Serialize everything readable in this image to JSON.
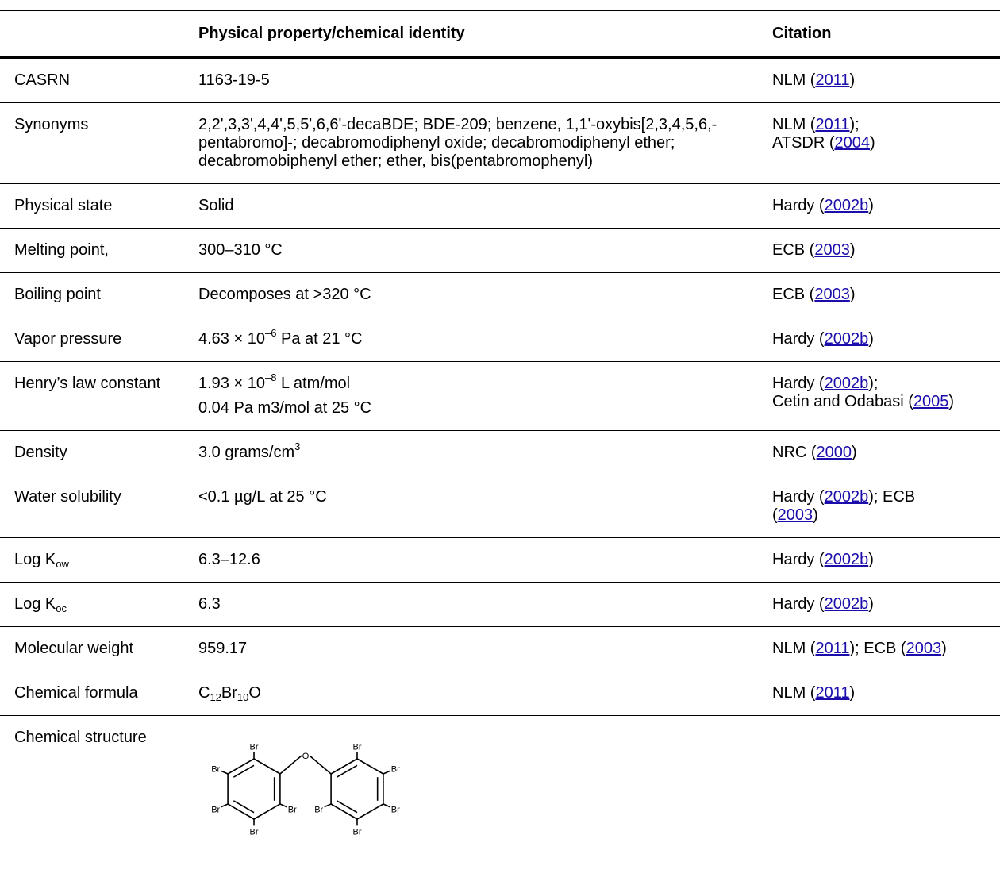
{
  "headers": {
    "col1": "",
    "col2": "Physical property/chemical identity",
    "col3": "Citation"
  },
  "rows": [
    {
      "property": "CASRN",
      "value": "1163-19-5",
      "cite": [
        {
          "t": "NLM ("
        },
        {
          "t": "2011",
          "link": true
        },
        {
          "t": ")"
        }
      ]
    },
    {
      "property": "Synonyms",
      "value": "2,2',3,3',4,4',5,5',6,6'-decaBDE; BDE-209; benzene, 1,1'-oxybis[2,3,4,5,6,-pentabromo]-; decabromodiphenyl oxide; decabromodiphenyl ether; decabromobiphenyl ether; ether, bis(pentabromophenyl)",
      "cite_lines": [
        [
          {
            "t": "NLM ("
          },
          {
            "t": "2011",
            "link": true
          },
          {
            "t": ");"
          }
        ],
        [
          {
            "t": "ATSDR ("
          },
          {
            "t": "2004",
            "link": true
          },
          {
            "t": ")"
          }
        ]
      ]
    },
    {
      "property": "Physical state",
      "value": "Solid",
      "cite": [
        {
          "t": "Hardy ("
        },
        {
          "t": "2002b",
          "link": true
        },
        {
          "t": ")"
        }
      ]
    },
    {
      "property": "Melting point,",
      "value": "300–310 °C",
      "cite": [
        {
          "t": "ECB ("
        },
        {
          "t": "2003",
          "link": true
        },
        {
          "t": ")"
        }
      ]
    },
    {
      "property": "Boiling point",
      "value": "Decomposes at >320 °C",
      "cite": [
        {
          "t": "ECB ("
        },
        {
          "t": "2003",
          "link": true
        },
        {
          "t": ")"
        }
      ]
    },
    {
      "property": "Vapor pressure",
      "value_main": "4.63 × 10",
      "value_sup": "–6",
      "value_rest": " Pa at 21 °C",
      "cite": [
        {
          "t": "Hardy ("
        },
        {
          "t": "2002b",
          "link": true
        },
        {
          "t": ")"
        }
      ]
    },
    {
      "property": "Henry’s law constant",
      "value_main": "1.93 × 10",
      "value_sup": "–8",
      "value_rest": " L atm/mol",
      "value_line2": "0.04 Pa m3/mol at 25 °C",
      "cite_lines": [
        [
          {
            "t": "Hardy ("
          },
          {
            "t": "2002b",
            "link": true
          },
          {
            "t": ");"
          }
        ],
        [
          {
            "t": "Cetin and Odabasi ("
          },
          {
            "t": "2005",
            "link": true
          },
          {
            "t": ")"
          }
        ]
      ]
    },
    {
      "property": "Density",
      "value_main": "3.0 grams/cm",
      "value_sup": "3",
      "value_rest": "",
      "cite": [
        {
          "t": "NRC ("
        },
        {
          "t": "2000",
          "link": true
        },
        {
          "t": ")"
        }
      ]
    },
    {
      "property": "Water solubility",
      "value": "<0.1 µg/L at 25 °C",
      "cite_lines": [
        [
          {
            "t": "Hardy ("
          },
          {
            "t": "2002b",
            "link": true
          },
          {
            "t": "); ECB"
          }
        ],
        [
          {
            "t": "("
          },
          {
            "t": "2003",
            "link": true
          },
          {
            "t": ")"
          }
        ]
      ]
    },
    {
      "property_main": "Log K",
      "property_sub": "ow",
      "value": "6.3–12.6",
      "cite": [
        {
          "t": "Hardy ("
        },
        {
          "t": "2002b",
          "link": true
        },
        {
          "t": ")"
        }
      ]
    },
    {
      "property_main": "Log K",
      "property_sub": "oc",
      "value": "6.3",
      "cite": [
        {
          "t": "Hardy ("
        },
        {
          "t": "2002b",
          "link": true
        },
        {
          "t": ")"
        }
      ]
    },
    {
      "property": "Molecular weight",
      "value": "959.17",
      "cite": [
        {
          "t": "NLM ("
        },
        {
          "t": "2011",
          "link": true
        },
        {
          "t": "); ECB ("
        },
        {
          "t": "2003",
          "link": true
        },
        {
          "t": ")"
        }
      ]
    },
    {
      "property": "Chemical formula",
      "formula": [
        {
          "t": "C"
        },
        {
          "t": "12",
          "sub": true
        },
        {
          "t": "Br"
        },
        {
          "t": "10",
          "sub": true
        },
        {
          "t": "O"
        }
      ],
      "cite": [
        {
          "t": "NLM ("
        },
        {
          "t": "2011",
          "link": true
        },
        {
          "t": ")"
        }
      ]
    },
    {
      "property": "Chemical structure",
      "structure_atoms": {
        "br": "Br",
        "o": "O"
      }
    }
  ]
}
